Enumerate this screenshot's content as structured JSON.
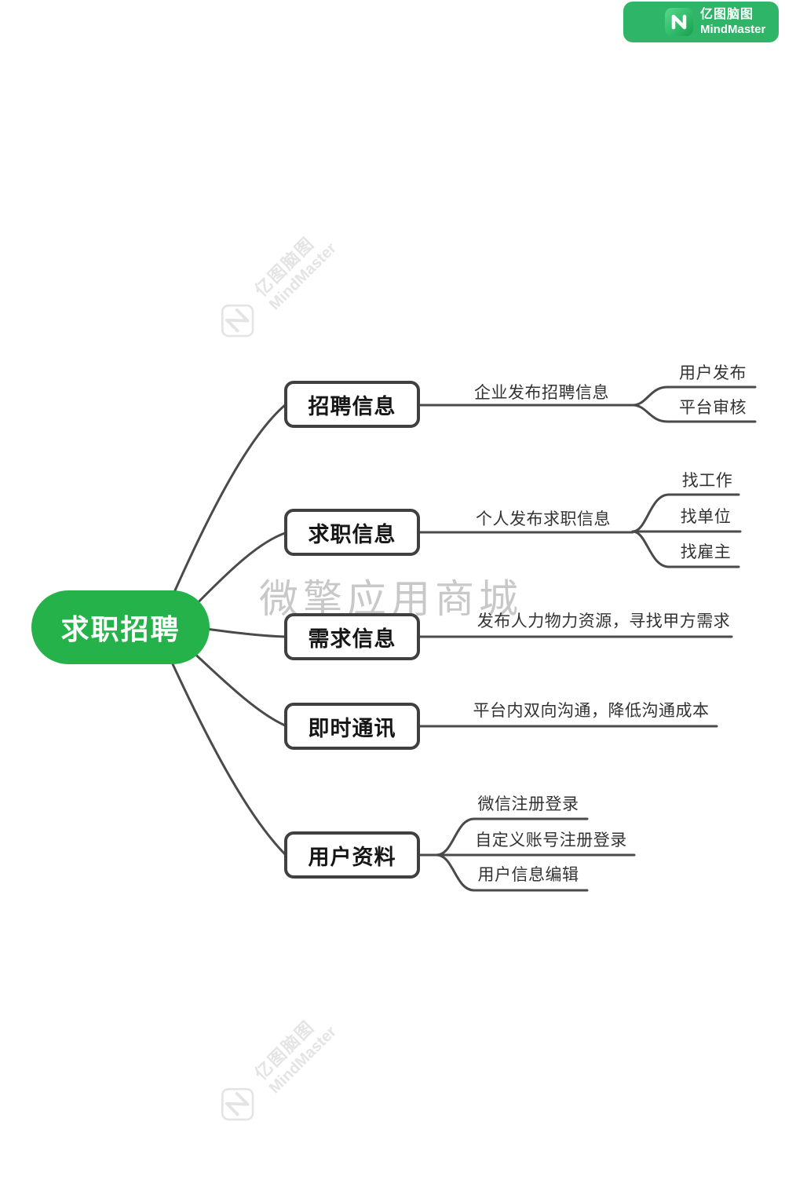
{
  "badge": {
    "brand_cn": "亿图脑图",
    "brand_en": "MindMaster",
    "bg_color": "#2eb567",
    "logo_icon": "mindmaster-logo"
  },
  "watermarks": {
    "diagonal_cn": "亿图脑图",
    "diagonal_en": "MindMaster",
    "center_text": "微擎应用商城"
  },
  "colors": {
    "root_green": "#26b24b",
    "line_gray": "#4a4a4a",
    "watermark_light": "#e4e4e4",
    "watermark_center": "#c8c8c8"
  },
  "mindmap": {
    "root": {
      "label": "求职招聘",
      "color": "#26b24b"
    },
    "branches": [
      {
        "label": "招聘信息",
        "note": "企业发布招聘信息",
        "children": [
          "用户发布",
          "平台审核"
        ]
      },
      {
        "label": "求职信息",
        "note": "个人发布求职信息",
        "children": [
          "找工作",
          "找单位",
          "找雇主"
        ]
      },
      {
        "label": "需求信息",
        "note": "发布人力物力资源，寻找甲方需求",
        "children": []
      },
      {
        "label": "即时通讯",
        "note": "平台内双向沟通，降低沟通成本",
        "children": []
      },
      {
        "label": "用户资料",
        "note": "",
        "children": [
          "微信注册登录",
          "自定义账号注册登录",
          "用户信息编辑"
        ]
      }
    ]
  }
}
